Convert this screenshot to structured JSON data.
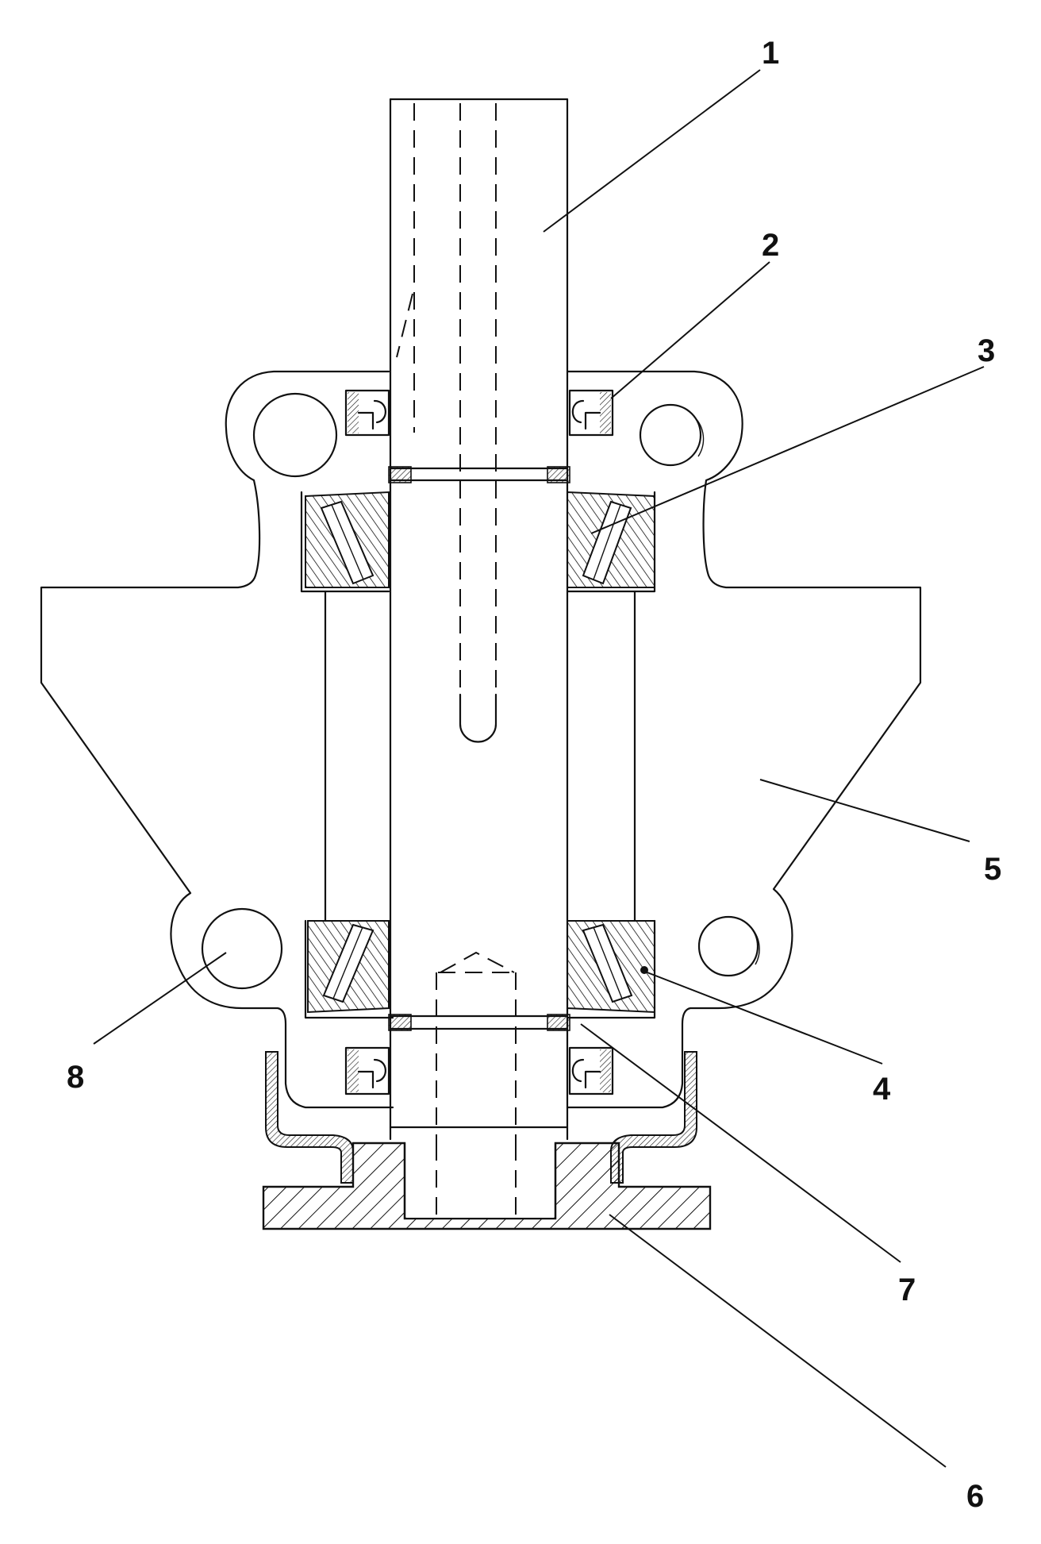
{
  "figure": {
    "labels": {
      "l1": "1",
      "l2": "2",
      "l3": "3",
      "l4": "4",
      "l5": "5",
      "l6": "6",
      "l7": "7",
      "l8": "8"
    }
  },
  "colors": {
    "ink": "#111111",
    "paper": "#ffffff"
  }
}
